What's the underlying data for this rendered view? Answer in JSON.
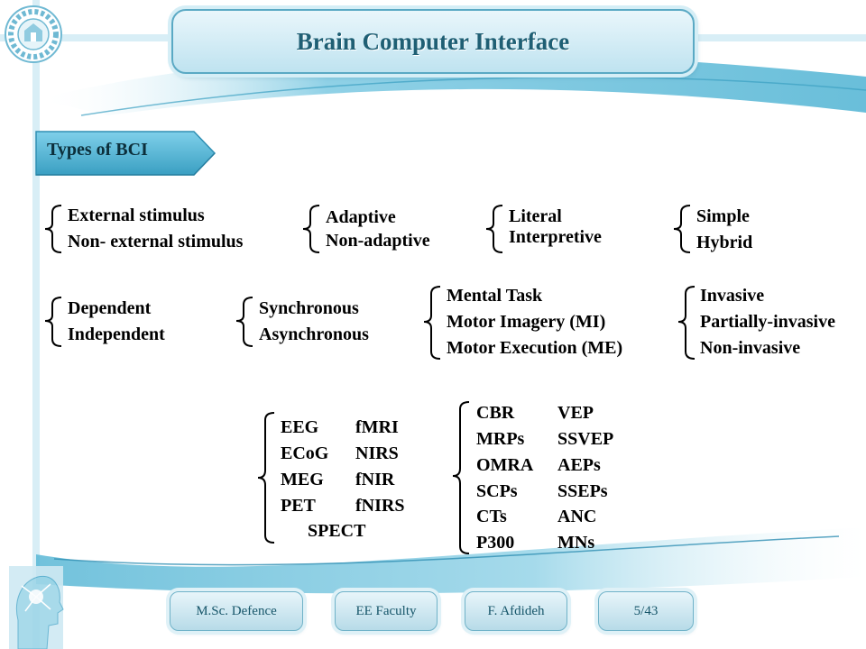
{
  "slide": {
    "title": "Brain Computer Interface",
    "section": "Types of BCI"
  },
  "groups": {
    "stimulus": [
      "External stimulus",
      "Non- external stimulus"
    ],
    "adaptivity": [
      "Adaptive",
      "Non-adaptive"
    ],
    "interpretation": [
      "Literal",
      "Interpretive"
    ],
    "complexity": [
      "Simple",
      "Hybrid"
    ],
    "dependency": [
      "Dependent",
      "Independent"
    ],
    "timing": [
      "Synchronous",
      "Asynchronous"
    ],
    "task": [
      "Mental Task",
      "Motor Imagery (MI)",
      "Motor Execution (ME)"
    ],
    "invasiveness": [
      "Invasive",
      "Partially-invasive",
      "Non-invasive"
    ],
    "modalities_left": [
      "EEG",
      "ECoG",
      "MEG",
      "PET"
    ],
    "modalities_right": [
      "fMRI",
      "NIRS",
      "fNIR",
      "fNIRS"
    ],
    "modalities_bottom": "SPECT",
    "signals_left": [
      "CBR",
      "MRPs",
      "OMRA",
      "SCPs",
      "CTs",
      "P300"
    ],
    "signals_right": [
      "VEP",
      "SSVEP",
      "AEPs",
      "SSEPs",
      "ANC",
      "MNs"
    ]
  },
  "footer": {
    "event": "M.Sc. Defence",
    "faculty": "EE Faculty",
    "author": "F. Afdideh",
    "page": "5/43"
  },
  "colors": {
    "accent": "#3aa3c6",
    "title_text": "#1f5f74",
    "section_fill": "#4fb3d3"
  },
  "icons": [
    "university-logo-icon",
    "head-network-icon"
  ]
}
